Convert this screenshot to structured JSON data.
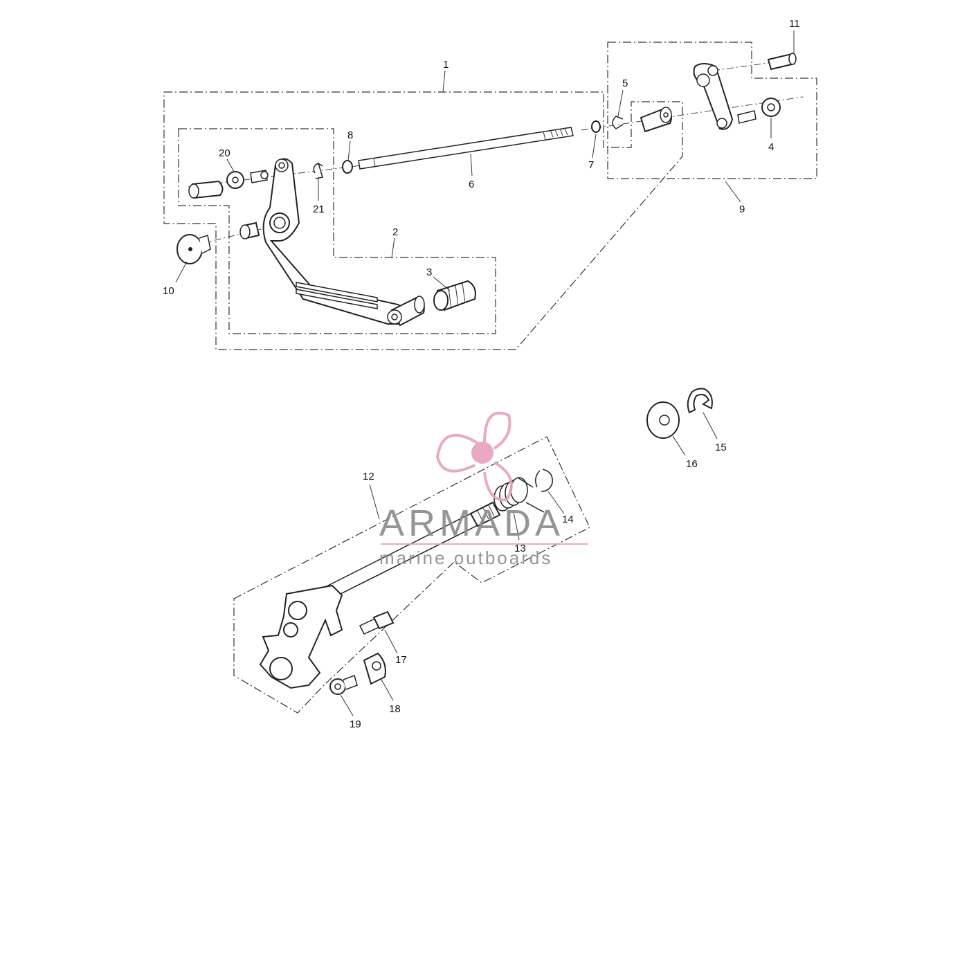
{
  "diagram": {
    "callouts": [
      {
        "id": "1",
        "label": "1"
      },
      {
        "id": "2",
        "label": "2"
      },
      {
        "id": "3",
        "label": "3"
      },
      {
        "id": "4",
        "label": "4"
      },
      {
        "id": "5",
        "label": "5"
      },
      {
        "id": "6",
        "label": "6"
      },
      {
        "id": "7",
        "label": "7"
      },
      {
        "id": "8",
        "label": "8"
      },
      {
        "id": "9",
        "label": "9"
      },
      {
        "id": "10",
        "label": "10"
      },
      {
        "id": "11",
        "label": "11"
      },
      {
        "id": "12",
        "label": "12"
      },
      {
        "id": "13",
        "label": "13"
      },
      {
        "id": "14",
        "label": "14"
      },
      {
        "id": "15",
        "label": "15"
      },
      {
        "id": "16",
        "label": "16"
      },
      {
        "id": "17",
        "label": "17"
      },
      {
        "id": "18",
        "label": "18"
      },
      {
        "id": "19",
        "label": "19"
      },
      {
        "id": "20",
        "label": "20"
      },
      {
        "id": "21",
        "label": "21"
      }
    ]
  },
  "watermark": {
    "brand": "ARMADA",
    "tagline": "marine outboards",
    "accent_color": "#e8a0bc"
  }
}
